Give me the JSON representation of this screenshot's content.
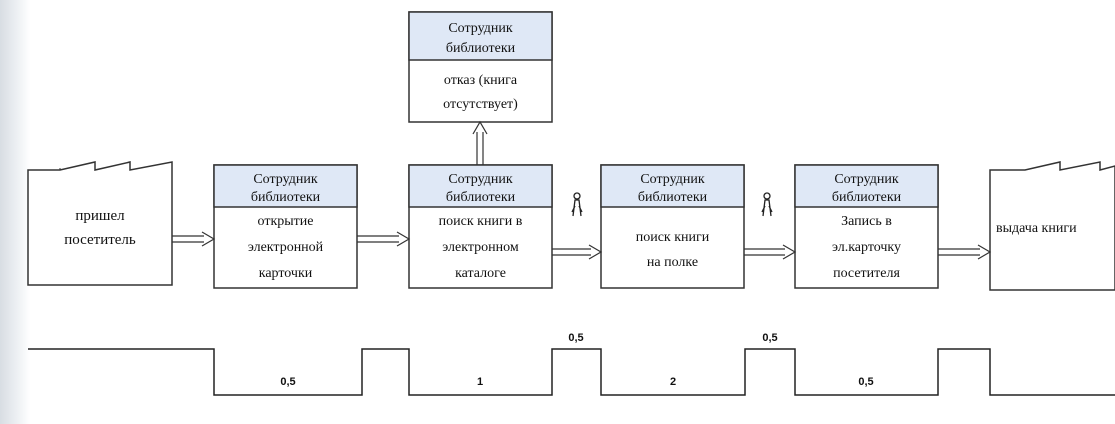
{
  "role_label": [
    "Сотрудник",
    "библиотеки"
  ],
  "start_doc": [
    "пришел",
    "посетитель"
  ],
  "end_doc": "выдача книги",
  "steps": {
    "open_card": [
      "открытие",
      "электронной",
      "карточки"
    ],
    "catalog_search": [
      "поиск книги в",
      "электронном",
      "каталоге"
    ],
    "shelf_search": [
      "поиск книги",
      "на полке"
    ],
    "record": [
      "Запись в",
      "эл.карточку",
      "посетителя"
    ],
    "refusal": [
      "отказ (книга",
      "отсутствует)"
    ]
  },
  "timeline": {
    "low": [
      "0,5",
      "1",
      "2",
      "0,5"
    ],
    "high": [
      "0,5",
      "0,5"
    ]
  }
}
